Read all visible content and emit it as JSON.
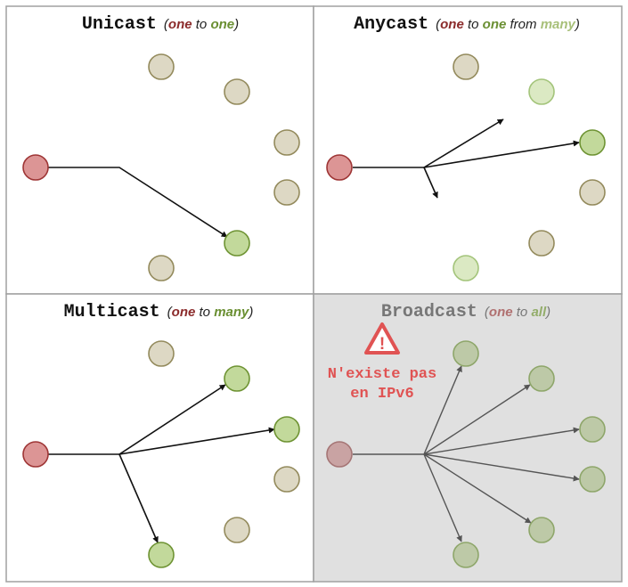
{
  "colors": {
    "panel_border": "#a0a0a0",
    "disabled_bg": "#e0e0e0",
    "sender_fill": "#dc9595",
    "sender_stroke": "#9e3535",
    "target_fill": "#c2d99b",
    "target_stroke": "#6e9333",
    "candidate_fill": "#dbe9c3",
    "candidate_stroke": "#a3c47a",
    "idle_fill": "#ddd8c4",
    "idle_stroke": "#938a5c",
    "word_one": "#8b2b2b",
    "word_target": "#6a8f32",
    "word_light": "#a8c07a",
    "warning": "#e05353"
  },
  "panels": [
    {
      "id": "unicast",
      "name": "Unicast",
      "subtitle": [
        {
          "text": "(",
          "role": "paren"
        },
        {
          "text": "one",
          "role": "one"
        },
        {
          "text": " to ",
          "role": "plain"
        },
        {
          "text": "one",
          "role": "target"
        },
        {
          "text": ")",
          "role": "paren"
        }
      ]
    },
    {
      "id": "anycast",
      "name": "Anycast",
      "subtitle": [
        {
          "text": "(",
          "role": "paren"
        },
        {
          "text": "one",
          "role": "one"
        },
        {
          "text": " to ",
          "role": "plain"
        },
        {
          "text": "one",
          "role": "target"
        },
        {
          "text": " from ",
          "role": "plain"
        },
        {
          "text": "many",
          "role": "light"
        },
        {
          "text": ")",
          "role": "paren"
        }
      ]
    },
    {
      "id": "multicast",
      "name": "Multicast",
      "subtitle": [
        {
          "text": "(",
          "role": "paren"
        },
        {
          "text": "one",
          "role": "one"
        },
        {
          "text": " to ",
          "role": "plain"
        },
        {
          "text": "many",
          "role": "target"
        },
        {
          "text": ")",
          "role": "paren"
        }
      ]
    },
    {
      "id": "broadcast",
      "name": "Broadcast",
      "subtitle": [
        {
          "text": "(",
          "role": "paren"
        },
        {
          "text": "one",
          "role": "one"
        },
        {
          "text": " to ",
          "role": "plain"
        },
        {
          "text": "all",
          "role": "target"
        },
        {
          "text": ")",
          "role": "paren"
        }
      ],
      "disabled": true,
      "warning": {
        "icon": "warning-icon",
        "mark": "!",
        "line1": "N'existe pas",
        "line2": "en IPv6"
      }
    }
  ]
}
